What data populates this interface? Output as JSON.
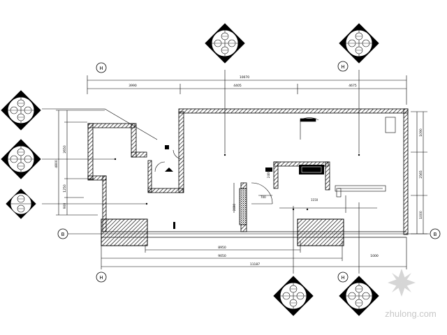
{
  "grid_bubbles": {
    "top_left": "H",
    "top_right": "H",
    "bottom_left": "H",
    "bottom_right": "H",
    "left": "B",
    "right": "B"
  },
  "dimensions": {
    "overall_top": "10070",
    "top_seg_1": "3990",
    "top_seg_2": "4405",
    "top_seg_3": "4675",
    "left_total": "4800",
    "left_seg_1": "2650",
    "left_seg_2": "1250",
    "left_seg_3": "900",
    "right_seg_1": "1090",
    "right_seg_2": "2565",
    "right_seg_3": "1000",
    "bottom_inner": "8950",
    "bottom_mid": "9050",
    "bottom_total": "11187",
    "bottom_right": "1000",
    "mid_a": "700",
    "mid_b": "1150",
    "mid_c": "2690",
    "mid_d": "2400"
  },
  "watermark": {
    "text": "zhulong.com"
  }
}
